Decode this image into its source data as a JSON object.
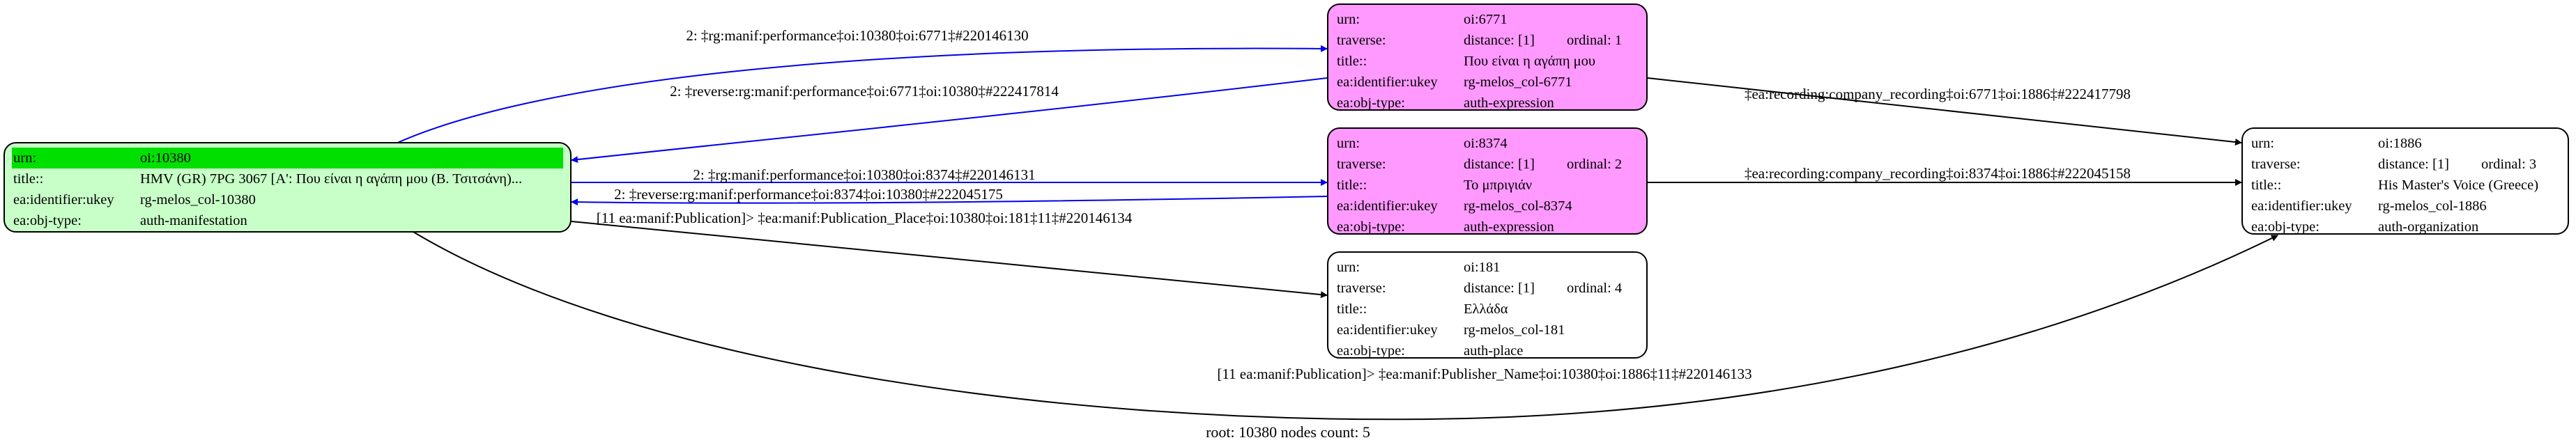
{
  "colors": {
    "root_fill": "#c8ffc8",
    "root_highlight": "#00e000",
    "expression_fill": "#ff99ff",
    "plain_fill": "#ffffff",
    "blue_edge": "#0000ee",
    "black_edge": "#000000"
  },
  "nodes": {
    "n10380": {
      "rows": [
        {
          "k": "urn:",
          "v": "oi:10380"
        },
        {
          "k": "title::",
          "v": "HMV (GR) 7PG 3067 [Α': Που είναι η αγάπη μου (Β. Τσιτσάνη)..."
        },
        {
          "k": "ea:identifier:ukey",
          "v": "rg-melos_col-10380"
        },
        {
          "k": "ea:obj-type:",
          "v": "auth-manifestation"
        }
      ]
    },
    "n6771": {
      "urn": "oi:6771",
      "distance": "distance: [1]",
      "ordinal": "ordinal: 1",
      "title": "Που είναι η αγάπη μου",
      "ukey": "rg-melos_col-6771",
      "objtype": "auth-expression"
    },
    "n8374": {
      "urn": "oi:8374",
      "distance": "distance: [1]",
      "ordinal": "ordinal: 2",
      "title": "Το μπριγιάν",
      "ukey": "rg-melos_col-8374",
      "objtype": "auth-expression"
    },
    "n181": {
      "urn": "oi:181",
      "distance": "distance: [1]",
      "ordinal": "ordinal: 4",
      "title": "Ελλάδα",
      "ukey": "rg-melos_col-181",
      "objtype": "auth-place"
    },
    "n1886": {
      "urn": "oi:1886",
      "distance": "distance: [1]",
      "ordinal": "ordinal: 3",
      "title": "His Master's Voice (Greece)",
      "ukey": "rg-melos_col-1886",
      "objtype": "auth-organization"
    }
  },
  "labels": {
    "urn": "urn:",
    "traverse": "traverse:",
    "title": "title::",
    "ukey": "ea:identifier:ukey",
    "objtype": "ea:obj-type:"
  },
  "edges": {
    "e1": "2: ‡rg:manif:performance‡oi:10380‡oi:6771‡#220146130",
    "e2": "2: ‡reverse:rg:manif:performance‡oi:6771‡oi:10380‡#222417814",
    "e3": "2: ‡rg:manif:performance‡oi:10380‡oi:8374‡#220146131",
    "e4": "2: ‡reverse:rg:manif:performance‡oi:8374‡oi:10380‡#222045175",
    "e5": "[11 ea:manif:Publication]> ‡ea:manif:Publication_Place‡oi:10380‡oi:181‡11‡#220146134",
    "e6": "‡ea:recording:company_recording‡oi:6771‡oi:1886‡#222417798",
    "e7": "‡ea:recording:company_recording‡oi:8374‡oi:1886‡#222045158",
    "e8": "[11 ea:manif:Publication]> ‡ea:manif:Publisher_Name‡oi:10380‡oi:1886‡11‡#220146133"
  },
  "footer": "root: 10380 nodes count: 5"
}
